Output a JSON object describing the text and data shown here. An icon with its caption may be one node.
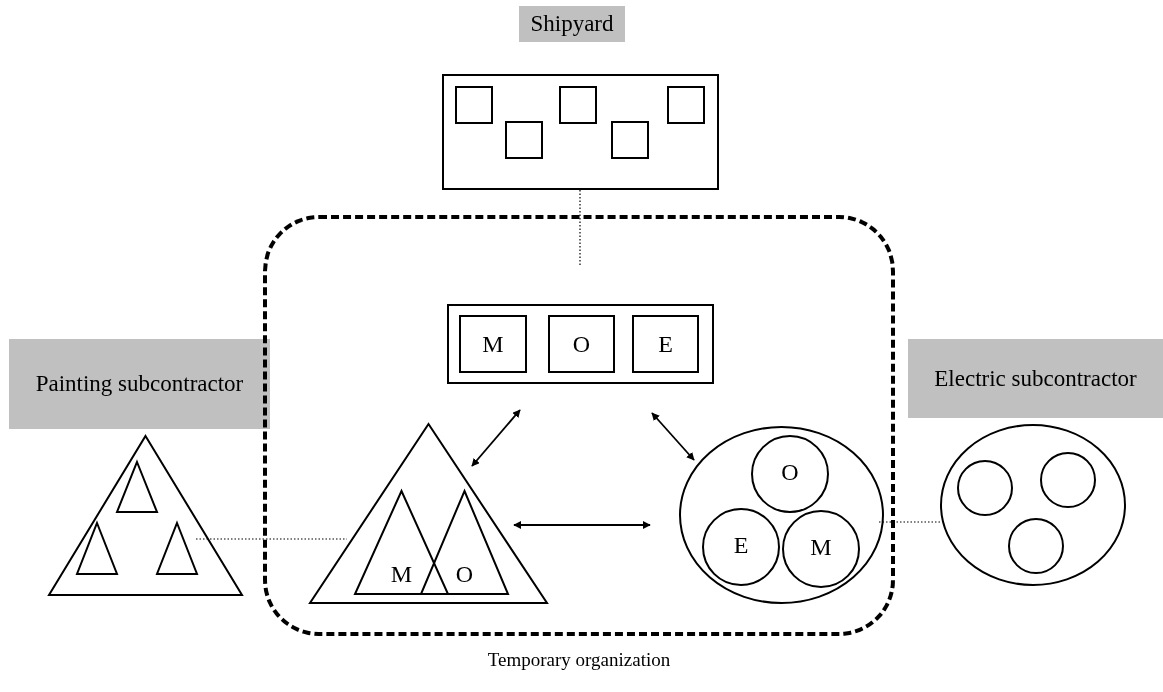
{
  "diagram": {
    "nodes": [
      {
        "text": [
          "Shipyard"
        ]
      },
      {
        "text": [],
        "shape": "box"
      },
      {
        "text": [],
        "shape": "box",
        "in": 1
      },
      {
        "text": [],
        "shape": "box",
        "in": 1
      },
      {
        "text": [],
        "shape": "box",
        "in": 1
      },
      {
        "text": [],
        "shape": "box",
        "in": 1
      },
      {
        "text": [],
        "shape": "box",
        "in": 1
      },
      {
        "text": [
          "Painting subcontractor"
        ]
      },
      {
        "text": [],
        "shape": "triangle"
      },
      {
        "text": [],
        "shape": "triangle",
        "in": 8
      },
      {
        "text": [],
        "shape": "triangle",
        "in": 8
      },
      {
        "text": [],
        "shape": "triangle",
        "in": 8
      },
      {
        "text": [
          "Temporary organization"
        ]
      },
      {
        "text": [],
        "shape": "box",
        "in": 12
      },
      {
        "text": [
          "M"
        ],
        "in": 13
      },
      {
        "text": [
          "O"
        ],
        "in": 13
      },
      {
        "text": [
          "E"
        ],
        "in": 13
      },
      {
        "text": [],
        "shape": "triangle",
        "in": 12
      },
      {
        "text": [
          "M"
        ],
        "in": 17
      },
      {
        "text": [
          "O"
        ],
        "in": 17
      },
      {
        "text": [],
        "shape": "ellipse",
        "in": 12
      },
      {
        "text": [
          "O"
        ],
        "in": 20
      },
      {
        "text": [
          "E"
        ],
        "in": 20
      },
      {
        "text": [
          "M"
        ],
        "in": 20
      },
      {
        "text": [
          "Electric subcontractor"
        ]
      },
      {
        "text": [],
        "shape": "ellipse"
      },
      {
        "text": [],
        "shape": "circle",
        "in": 25
      },
      {
        "text": [],
        "shape": "circle",
        "in": 25
      },
      {
        "text": [],
        "shape": "circle",
        "in": 25
      }
    ],
    "edges": [
      {
        "from": 1,
        "to": 12,
        "arrow": "none",
        "style": "dashed"
      },
      {
        "from": 8,
        "to": 17,
        "arrow": "none",
        "style": "dashed"
      },
      {
        "from": 17,
        "to": 13,
        "arrow": "both"
      },
      {
        "from": 13,
        "to": 20,
        "arrow": "both"
      },
      {
        "from": 17,
        "to": 20,
        "arrow": "both"
      },
      {
        "from": 20,
        "to": 25,
        "arrow": "none",
        "style": "dashed"
      }
    ]
  }
}
